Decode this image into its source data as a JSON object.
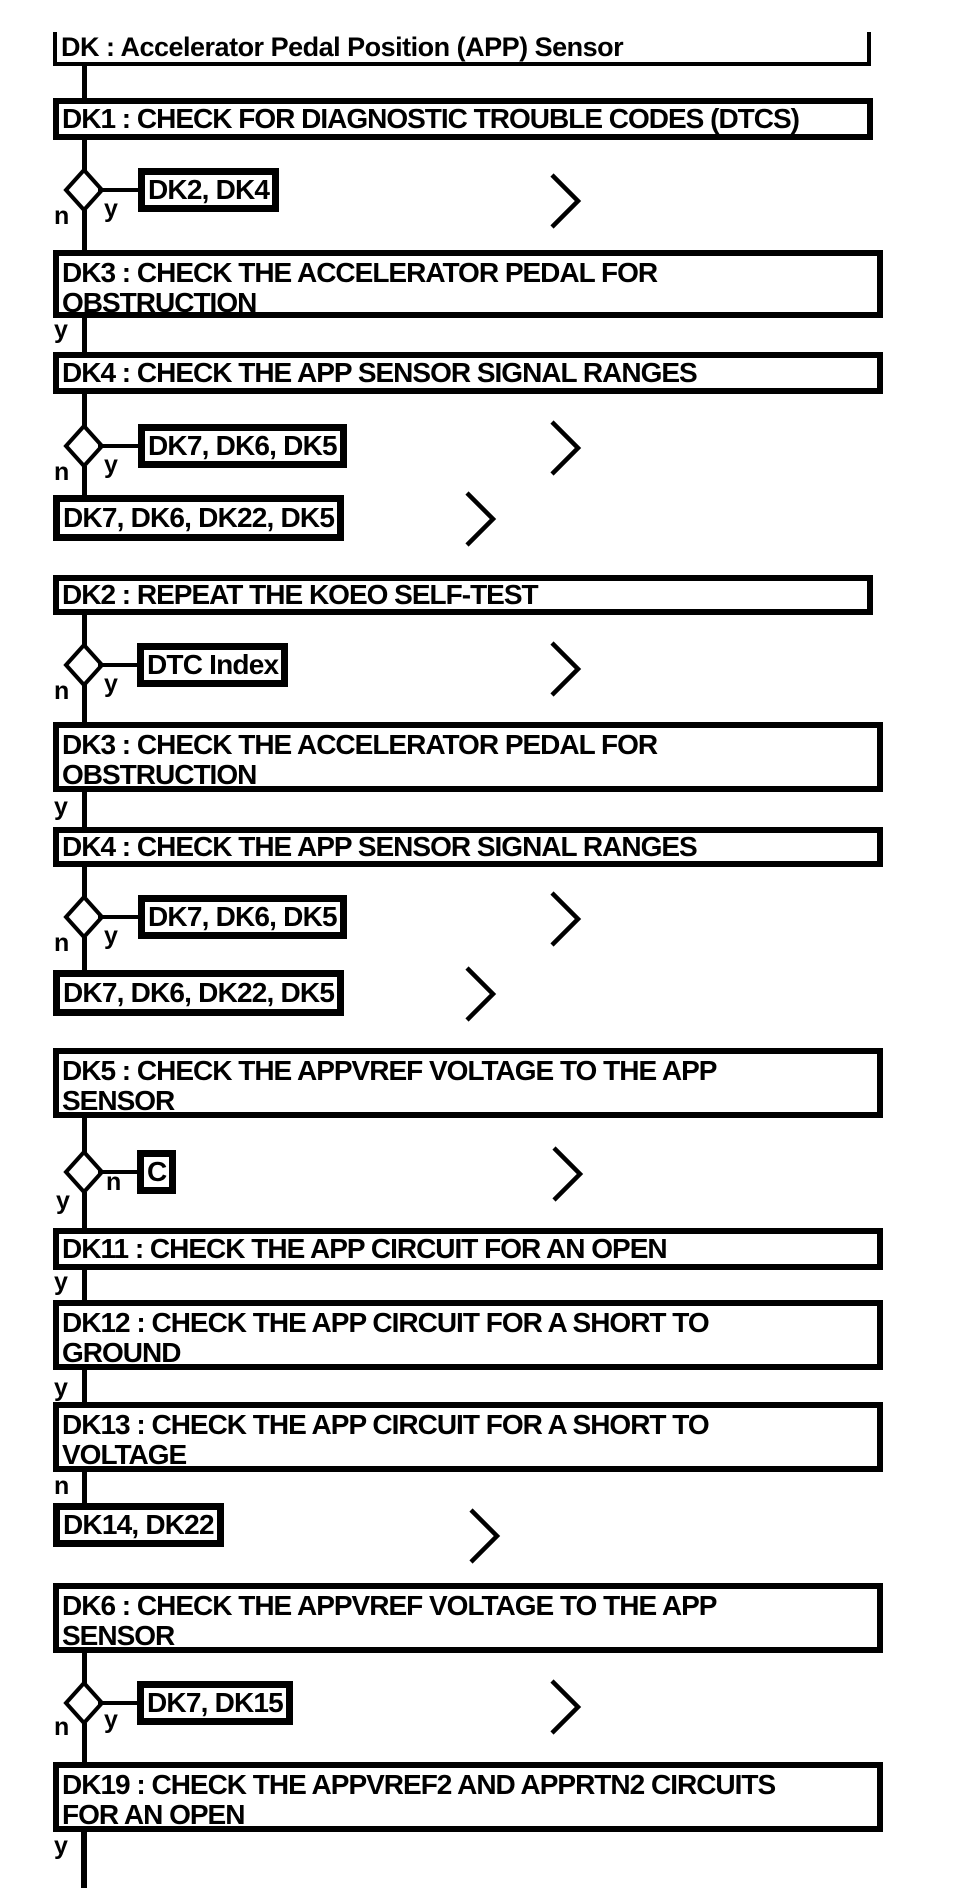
{
  "flowchart": {
    "title": "DK : Accelerator Pedal Position (APP) Sensor",
    "yes": "y",
    "no": "n",
    "steps": {
      "dk1": "DK1 : CHECK FOR DIAGNOSTIC TROUBLE CODES (DTCS)",
      "dk2": "DK2 : REPEAT THE KOEO SELF-TEST",
      "dk3_l1": "DK3 : CHECK THE ACCELERATOR PEDAL FOR",
      "dk3_l2": "OBSTRUCTION",
      "dk4": "DK4 : CHECK THE APP SENSOR SIGNAL RANGES",
      "dk5_l1": "DK5 : CHECK THE APPVREF VOLTAGE TO THE APP",
      "dk5_l2": "SENSOR",
      "dk6_l1": "DK6 : CHECK THE APPVREF VOLTAGE TO THE APP",
      "dk6_l2": "SENSOR",
      "dk11": "DK11 : CHECK THE APP CIRCUIT FOR AN OPEN",
      "dk12_l1": "DK12 : CHECK THE APP CIRCUIT FOR A SHORT TO",
      "dk12_l2": "GROUND",
      "dk13_l1": "DK13 : CHECK THE APP CIRCUIT FOR A SHORT TO",
      "dk13_l2": "VOLTAGE",
      "dk19_l1": "DK19 : CHECK THE APPVREF2 AND APPRTN2 CIRCUITS",
      "dk19_l2": "FOR AN OPEN"
    },
    "refs": {
      "dk2_dk4": "DK2, DK4",
      "dk7_dk6_dk5": "DK7, DK6, DK5",
      "dk7_dk6_dk22_dk5": "DK7, DK6, DK22, DK5",
      "dtc_index": "DTC Index",
      "c": "C",
      "dk14_dk22": "DK14, DK22",
      "dk7_dk15": "DK7, DK15"
    },
    "colors": {
      "ink": "#000000",
      "paper": "#ffffff"
    }
  }
}
